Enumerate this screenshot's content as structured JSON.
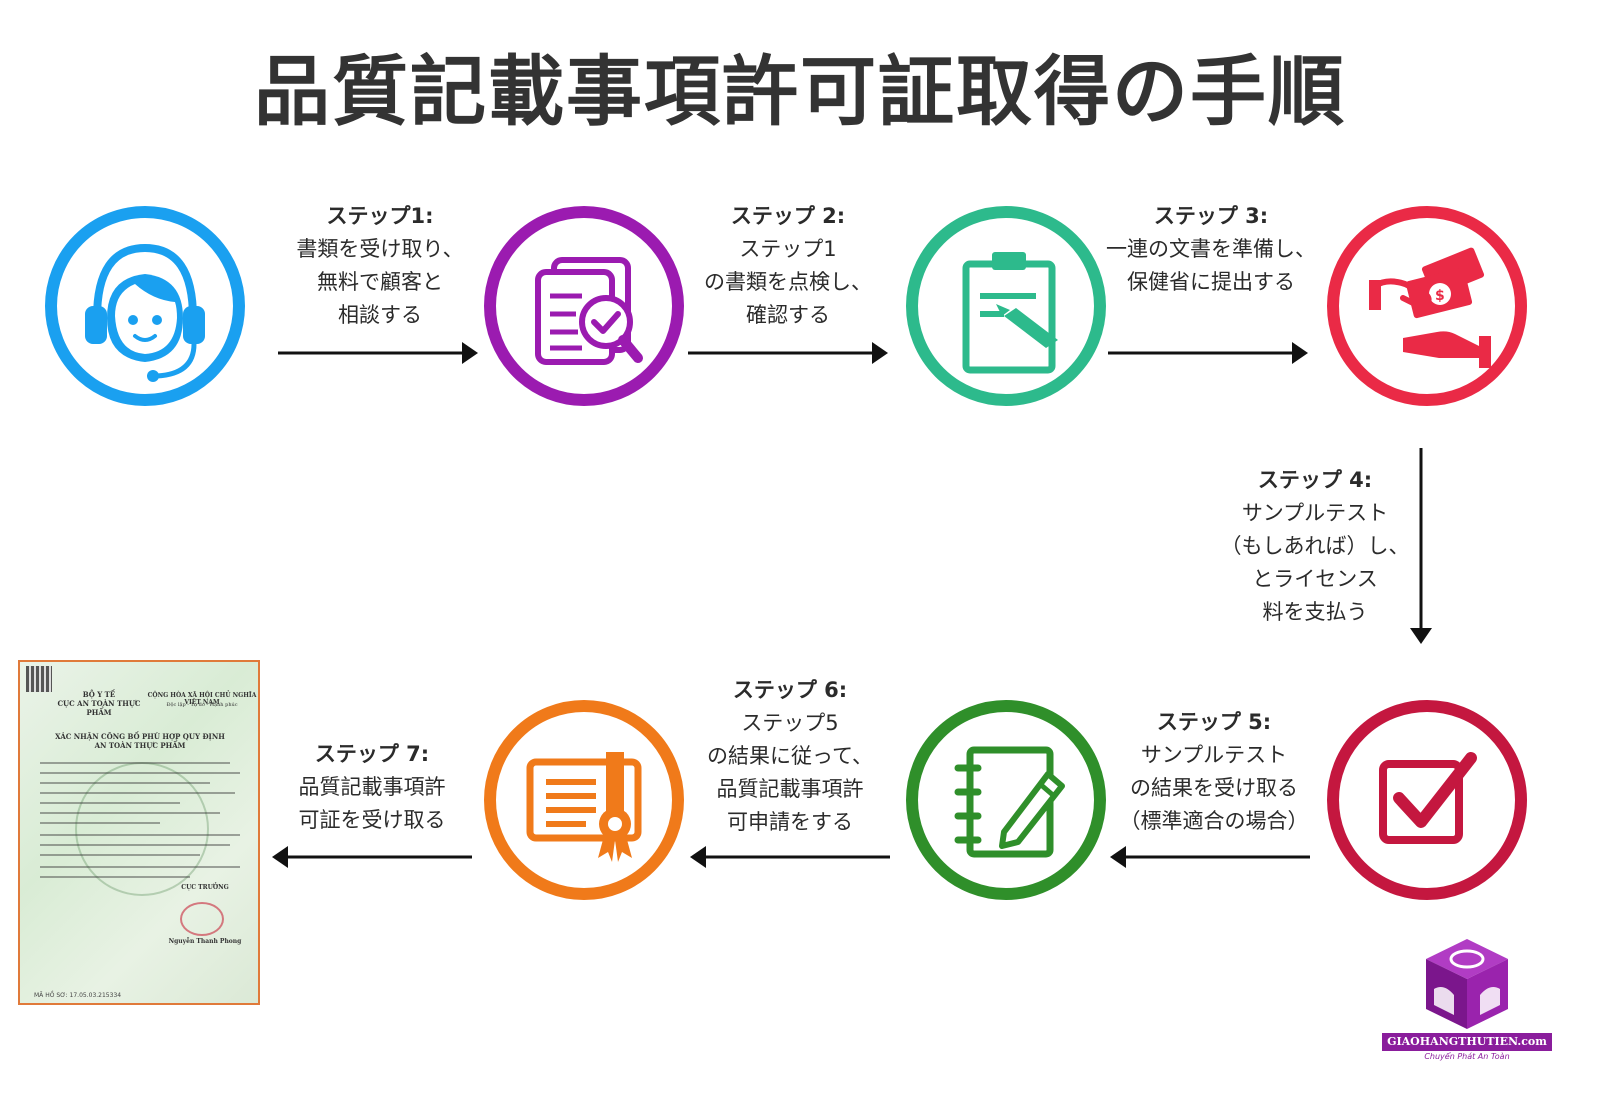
{
  "title": "品質記載事項許可証取得の手順",
  "colors": {
    "step1": "#1aa0f0",
    "step2": "#9b1bb0",
    "step3": "#2dba8c",
    "step4": "#ea2a46",
    "step5": "#c4173f",
    "step6": "#2f8f2a",
    "step7": "#f07a1a",
    "arrow": "#111111"
  },
  "steps": [
    {
      "label": "ステップ1:",
      "lines": [
        "書類を受け取り、",
        "無料で顧客と",
        "相談する"
      ],
      "icon": "support-agent-icon"
    },
    {
      "label": "ステップ 2:",
      "lines": [
        "ステップ1",
        "の書類を点検し、",
        "確認する"
      ],
      "icon": "document-check-icon"
    },
    {
      "label": "ステップ 3:",
      "lines": [
        "一連の文書を準備し、",
        "保健省に提出する"
      ],
      "icon": "clipboard-pencil-icon"
    },
    {
      "label": "ステップ 4:",
      "lines": [
        "サンプルテスト",
        "（もしあれば）し、",
        "とライセンス",
        "料を支払う"
      ],
      "icon": "payment-hand-icon"
    },
    {
      "label": "ステップ 5:",
      "lines": [
        "サンプルテスト",
        "の結果を受け取る",
        "（標準適合の場合）"
      ],
      "icon": "checkbox-icon"
    },
    {
      "label": "ステップ 6:",
      "lines": [
        "ステップ5",
        "の結果に従って、",
        "品質記載事項許",
        "可申請をする"
      ],
      "icon": "notebook-pencil-icon"
    },
    {
      "label": "ステップ 7:",
      "lines": [
        "品質記載事項許",
        "可証を受け取る"
      ],
      "icon": "certificate-icon"
    }
  ],
  "certificate": {
    "left_header": "BỘ Y TẾ\nCỤC AN TOÀN THỰC PHẨM",
    "right_header": "CỘNG HÒA XÃ HỘI CHỦ NGHĨA VIỆT NAM",
    "right_sub": "Độc lập - Tự do - Hạnh phúc",
    "doc_title": "XÁC NHẬN CÔNG BỐ PHÙ HỢP QUY ĐỊNH\nAN TOÀN THỰC PHẨM",
    "signer_title": "CỤC TRƯỞNG",
    "signer_name": "Nguyễn Thanh Phong",
    "code": "MÃ HỒ SƠ: 17.05.03.215334"
  },
  "logo": {
    "text": "GIAOHANGTHUTIEN.com",
    "tagline": "Chuyển Phát An Toàn"
  }
}
